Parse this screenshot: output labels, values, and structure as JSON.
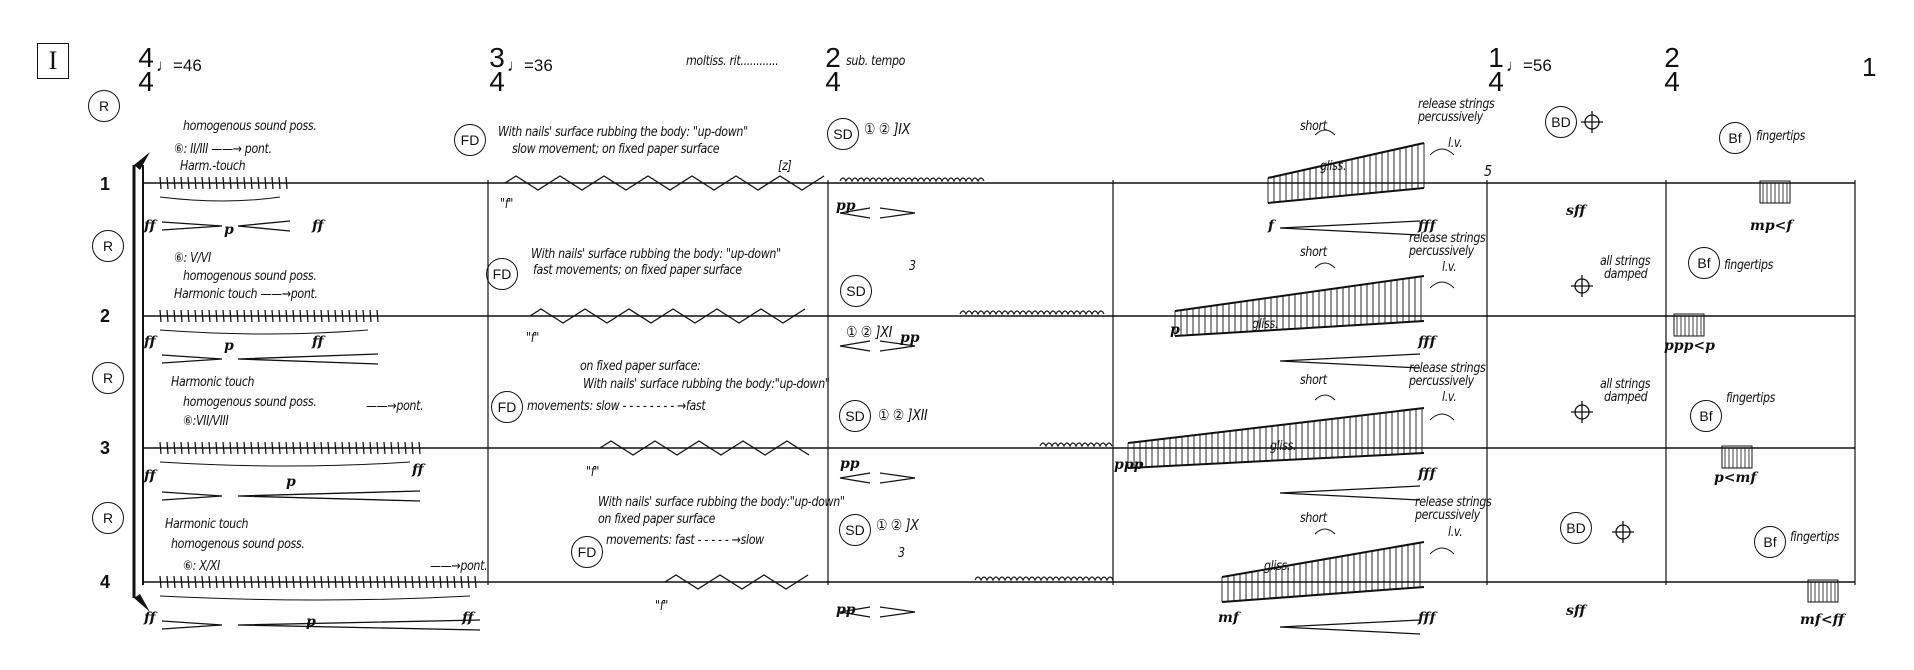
{
  "header": {
    "section": "I",
    "page_number": "1",
    "time_signatures": [
      {
        "top": "4",
        "bottom": "4",
        "tempo": "♩=46"
      },
      {
        "top": "3",
        "bottom": "4",
        "tempo": "♩=36"
      },
      {
        "top": "2",
        "bottom": "4",
        "tempo": "sub. tempo",
        "pre": "moltiss. rit............"
      },
      {
        "top": "1",
        "bottom": "4",
        "tempo": "♩=56"
      },
      {
        "top": "2",
        "bottom": "4"
      }
    ]
  },
  "circles": {
    "R": "R",
    "FD": "FD",
    "SD": "SD",
    "BD": "BD",
    "BF": "Bf"
  },
  "staves": [
    {
      "number": "1",
      "texts": {
        "homog": "homogenous sound poss.",
        "string": "⑥: II/III ——→ pont.",
        "touch": "Harm.-touch",
        "fd_line1": "With nails' surface rubbing the body: \"up-down\"",
        "fd_line2": "slow movement; on fixed paper surface",
        "rest_bracket": "[z]",
        "f_quote": "\"f\"",
        "sd_strings": "① ② ]IX",
        "short": "short",
        "gliss": "gliss.",
        "release": "release strings",
        "release2": "percussively",
        "lv": "l.v.",
        "five": "5",
        "fingertips": "fingertips"
      },
      "dynamics": {
        "ff1": "ff",
        "p": "p",
        "ff2": "ff",
        "pp": "pp",
        "f": "f",
        "fff": "fff",
        "sff": "sff",
        "end": "mp<f"
      }
    },
    {
      "number": "2",
      "texts": {
        "string": "⑥: V/VI",
        "homog": "homogenous sound poss.",
        "touch": "Harmonic touch ——→pont.",
        "fd_line1": "With nails' surface rubbing the body: \"up-down\"",
        "fd_line2": "fast movements; on fixed paper surface",
        "f_quote": "\"f\"",
        "tuplet": "3",
        "sd_strings": "① ② ]XI",
        "short": "short",
        "gliss": "gliss.",
        "release": "release strings",
        "release2": "percussively",
        "lv": "l.v.",
        "damped": "all strings",
        "damped2": "damped",
        "fingertips": "fingertips"
      },
      "dynamics": {
        "ff1": "ff",
        "p": "p",
        "ff2": "ff",
        "pp": "pp",
        "start": "p",
        "fff": "fff",
        "end": "ppp<p"
      }
    },
    {
      "number": "3",
      "texts": {
        "touch": "Harmonic touch",
        "homog": "homogenous sound poss.",
        "pont": "——→pont.",
        "string": "⑥:VII/VIII",
        "fd_line0": "on fixed paper surface:",
        "fd_line1": "With nails' surface rubbing the body:\"up-down\"",
        "movements": "movements: slow - - - - - - - - →fast",
        "f_quote": "\"f\"",
        "sd_strings": "① ② ]XII",
        "short": "short",
        "gliss": "gliss.",
        "release": "release strings",
        "release2": "percussively",
        "lv": "l.v.",
        "damped": "all strings",
        "damped2": "damped",
        "fingertips": "fingertips"
      },
      "dynamics": {
        "ff1": "ff",
        "p": "p",
        "ff2": "ff",
        "pp": "pp",
        "start": "ppp",
        "fff": "fff",
        "end": "p<mf"
      }
    },
    {
      "number": "4",
      "texts": {
        "touch": "Harmonic touch",
        "homog": "homogenous sound poss.",
        "string": "⑥: X/XI",
        "pont": "——→pont.",
        "fd_line1": "With nails' surface rubbing the body:\"up-down\"",
        "fd_line2": "on fixed paper surface",
        "movements": "movements: fast - - - - - →slow",
        "f_quote": "\"f\"",
        "tuplet": "3",
        "sd_strings": "① ② ]X",
        "short": "short",
        "gliss": "gliss.",
        "release": "release strings",
        "release2": "percussively",
        "lv": "l.v.",
        "fingertips": "fingertips"
      },
      "dynamics": {
        "ff1": "ff",
        "p": "p",
        "ff2": "ff",
        "pp": "pp",
        "start": "mf",
        "fff": "fff",
        "sff": "sff",
        "end": "mf<ff"
      }
    }
  ]
}
